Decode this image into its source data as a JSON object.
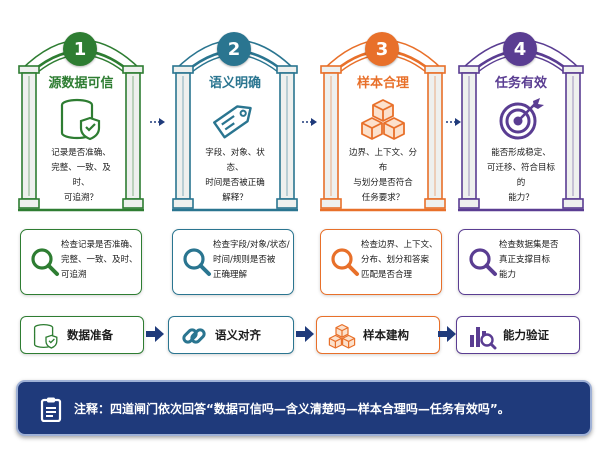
{
  "colors": {
    "gate1": "#2e7d32",
    "gate2": "#2a7590",
    "gate3": "#e8702a",
    "gate4": "#5a3d92",
    "stone": "#eef0ee",
    "note_bg": "#1f3a7b"
  },
  "gates": [
    {
      "number": "1",
      "title": "源数据可信",
      "icon": "database-shield-icon",
      "lines": [
        "记录是否准确、",
        "完整、一致、及时、",
        "可追溯？"
      ]
    },
    {
      "number": "2",
      "title": "语义明确",
      "icon": "tag-icon",
      "lines": [
        "字段、对象、状态、",
        "时间是否被正确",
        "解释？"
      ]
    },
    {
      "number": "3",
      "title": "样本合理",
      "icon": "stacked-cubes-icon",
      "lines": [
        "边界、上下文、分布",
        "与划分是否符合",
        "任务要求？"
      ]
    },
    {
      "number": "4",
      "title": "任务有效",
      "icon": "target-icon",
      "lines": [
        "能否形成稳定、",
        "可迁移、符合目标的",
        "能力？"
      ]
    }
  ],
  "checks": [
    {
      "icon": "magnifier-icon",
      "lines": [
        "检查记录是否准确、",
        "完整、一致、及时、",
        "可追溯"
      ]
    },
    {
      "icon": "magnifier-icon",
      "lines": [
        "检查字段/对象/状态/",
        "时间/规则是否被",
        "正确理解"
      ]
    },
    {
      "icon": "magnifier-icon",
      "lines": [
        "检查边界、上下文、",
        "分布、划分和答案",
        "匹配是否合理"
      ]
    },
    {
      "icon": "magnifier-icon",
      "lines": [
        "检查数据集是否",
        "真正支撑目标",
        "能力"
      ]
    }
  ],
  "pipeline": [
    {
      "label": "数据准备",
      "icon": "database-shield-icon"
    },
    {
      "label": "语义对齐",
      "icon": "link-icon"
    },
    {
      "label": "样本建构",
      "icon": "cubes-icon"
    },
    {
      "label": "能力验证",
      "icon": "chart-magnifier-icon"
    }
  ],
  "note": {
    "icon": "clipboard-icon",
    "text": "注释：四道闸门依次回答“数据可信吗—含义清楚吗—样本合理吗—任务有效吗”。"
  }
}
